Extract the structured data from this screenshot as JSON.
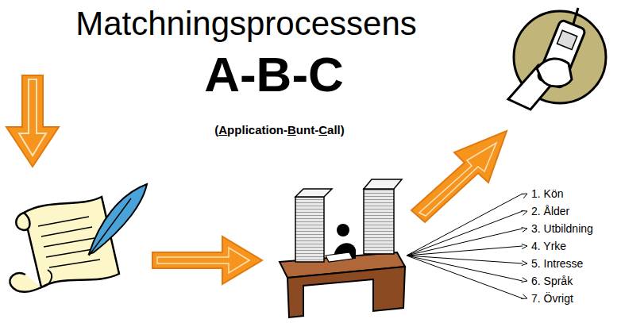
{
  "diagram": {
    "title": "Matchningsprocessens",
    "labels": [
      "A-B-C",
      "(Application-Bunt-Call)",
      "1. Kön",
      "2. Ålder",
      "3. Utbildning",
      "4. Yrke",
      "5. Intresse",
      "6. Språk",
      "7. Övrigt"
    ]
  }
}
